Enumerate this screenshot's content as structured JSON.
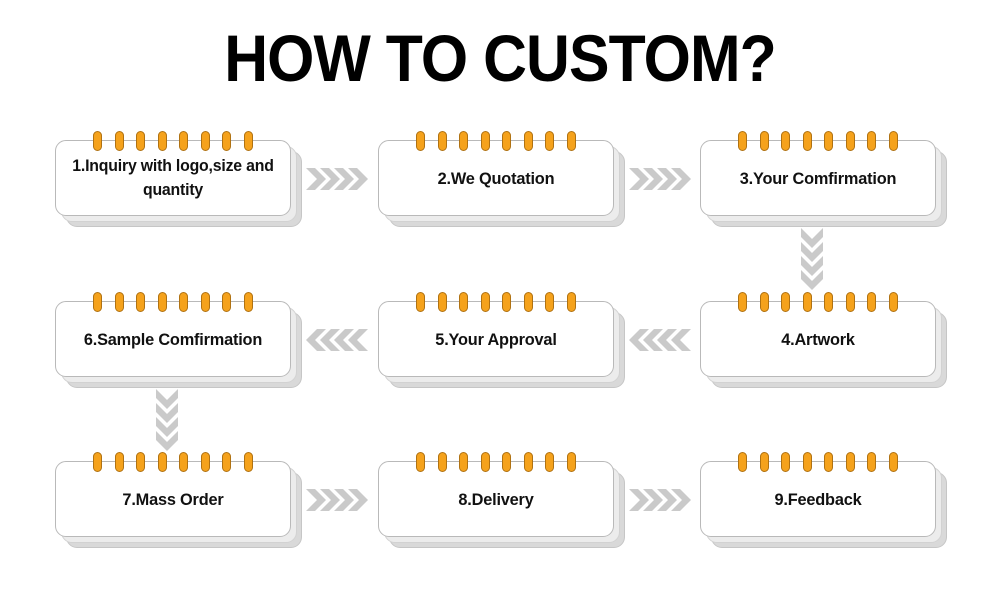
{
  "title": "HOW TO CUSTOM?",
  "colors": {
    "ring_fill": "#F5A21C",
    "ring_stroke": "#B07212",
    "card_background": "#FFFFFF",
    "card_border": "#B9B9B9",
    "card_shadow": "#D9D9D9",
    "arrow": "#CACACA",
    "text": "#111111",
    "page_background": "#FFFFFF"
  },
  "steps": [
    {
      "id": "step-1",
      "label": "1.Inquiry with logo,size and quantity",
      "row": 1,
      "col": 1,
      "rings": 8,
      "two_line": true
    },
    {
      "id": "step-2",
      "label": "2.We Quotation",
      "row": 1,
      "col": 2,
      "rings": 8,
      "two_line": false
    },
    {
      "id": "step-3",
      "label": "3.Your Comfirmation",
      "row": 1,
      "col": 3,
      "rings": 8,
      "two_line": false
    },
    {
      "id": "step-6",
      "label": "6.Sample Comfirmation",
      "row": 2,
      "col": 1,
      "rings": 8,
      "two_line": false
    },
    {
      "id": "step-5",
      "label": "5.Your Approval",
      "row": 2,
      "col": 2,
      "rings": 8,
      "two_line": false
    },
    {
      "id": "step-4",
      "label": "4.Artwork",
      "row": 2,
      "col": 3,
      "rings": 8,
      "two_line": false
    },
    {
      "id": "step-7",
      "label": "7.Mass Order",
      "row": 3,
      "col": 1,
      "rings": 8,
      "two_line": false
    },
    {
      "id": "step-8",
      "label": "8.Delivery",
      "row": 3,
      "col": 2,
      "rings": 8,
      "two_line": false
    },
    {
      "id": "step-9",
      "label": "9.Feedback",
      "row": 3,
      "col": 3,
      "rings": 8,
      "two_line": false
    }
  ],
  "connectors": [
    {
      "id": "connector-1-to-2",
      "icon": "chevrons-right-icon",
      "direction": "right",
      "count": 4,
      "from": "step-1",
      "to": "step-2"
    },
    {
      "id": "connector-2-to-3",
      "icon": "chevrons-right-icon",
      "direction": "right",
      "count": 4,
      "from": "step-2",
      "to": "step-3"
    },
    {
      "id": "connector-3-to-4",
      "icon": "chevrons-down-icon",
      "direction": "down",
      "count": 4,
      "from": "step-3",
      "to": "step-4"
    },
    {
      "id": "connector-4-to-5",
      "icon": "chevrons-left-icon",
      "direction": "left",
      "count": 4,
      "from": "step-4",
      "to": "step-5"
    },
    {
      "id": "connector-5-to-6",
      "icon": "chevrons-left-icon",
      "direction": "left",
      "count": 4,
      "from": "step-5",
      "to": "step-6"
    },
    {
      "id": "connector-6-to-7",
      "icon": "chevrons-down-icon",
      "direction": "down",
      "count": 4,
      "from": "step-6",
      "to": "step-7"
    },
    {
      "id": "connector-7-to-8",
      "icon": "chevrons-right-icon",
      "direction": "right",
      "count": 4,
      "from": "step-7",
      "to": "step-8"
    },
    {
      "id": "connector-8-to-9",
      "icon": "chevrons-right-icon",
      "direction": "right",
      "count": 4,
      "from": "step-8",
      "to": "step-9"
    }
  ]
}
